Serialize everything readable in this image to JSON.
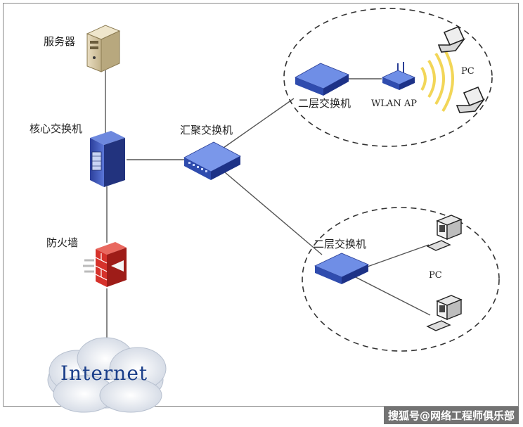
{
  "diagram": {
    "labels": {
      "server": "服务器",
      "core_switch": "核心交换机",
      "firewall": "防火墙",
      "internet": "Internet",
      "aggregation_switch": "汇聚交换机",
      "l2_switch_top": "二层交换机",
      "wlan_ap": "WLAN AP",
      "pc_top": "PC",
      "l2_switch_bottom": "二层交换机",
      "pc_bottom": "PC"
    },
    "colors": {
      "line": "#555555",
      "switch_blue": "#3b5fc0",
      "internet_text": "#1b3f8a",
      "firewall_red": "#d6322b",
      "wifi_yellow": "#f3d64b"
    },
    "icons": [
      "server-icon",
      "core-switch-icon",
      "firewall-icon",
      "cloud-icon",
      "switch-icon",
      "wlan-ap-icon",
      "wifi-signal-icon",
      "laptop-icon",
      "desktop-pc-icon"
    ]
  },
  "watermark": "搜狐号@网络工程师俱乐部"
}
